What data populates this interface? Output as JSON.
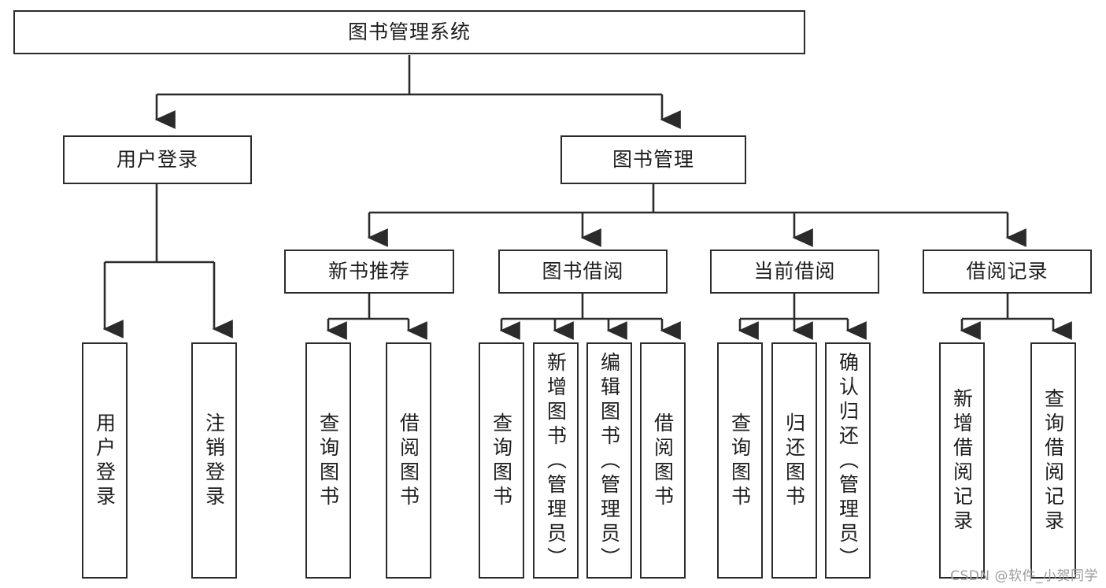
{
  "diagram": {
    "title": "图书管理系统",
    "type": "tree-hierarchy-chart",
    "watermark": "CSDN @软件_小贺同学",
    "colors": {
      "box_border": "#2b2b2b",
      "box_fill": "#ffffff",
      "connector": "#2b2b2b",
      "text": "#1d1d1d",
      "watermark": "#9b9b9b",
      "background": "#ffffff"
    },
    "nodes": {
      "root": {
        "label": "图书管理系统"
      },
      "level1": [
        {
          "id": "user-login",
          "label": "用户登录"
        },
        {
          "id": "book-manage",
          "label": "图书管理"
        }
      ],
      "level2": [
        {
          "id": "new-book-recommend",
          "label": "新书推荐"
        },
        {
          "id": "book-borrow",
          "label": "图书借阅"
        },
        {
          "id": "current-borrow",
          "label": "当前借阅"
        },
        {
          "id": "borrow-record",
          "label": "借阅记录"
        }
      ],
      "leaves": {
        "user-login": [
          {
            "id": "leaf-user-login",
            "label": "用户登录"
          },
          {
            "id": "leaf-user-logout",
            "label": "注销登录"
          }
        ],
        "new-book-recommend": [
          {
            "id": "leaf-query-book-1",
            "label": "查询图书"
          },
          {
            "id": "leaf-borrow-book-1",
            "label": "借阅图书"
          }
        ],
        "book-borrow": [
          {
            "id": "leaf-query-book-2",
            "label": "查询图书"
          },
          {
            "id": "leaf-add-book",
            "label": "新增图书（管理员）"
          },
          {
            "id": "leaf-edit-book",
            "label": "编辑图书（管理员）"
          },
          {
            "id": "leaf-borrow-book-2",
            "label": "借阅图书"
          }
        ],
        "current-borrow": [
          {
            "id": "leaf-query-book-3",
            "label": "查询图书"
          },
          {
            "id": "leaf-return-book",
            "label": "归还图书"
          },
          {
            "id": "leaf-confirm-return",
            "label": "确认归还（管理员）"
          }
        ],
        "borrow-record": [
          {
            "id": "leaf-add-record",
            "label": "新增借阅记录"
          },
          {
            "id": "leaf-query-record",
            "label": "查询借阅记录"
          }
        ]
      }
    }
  }
}
